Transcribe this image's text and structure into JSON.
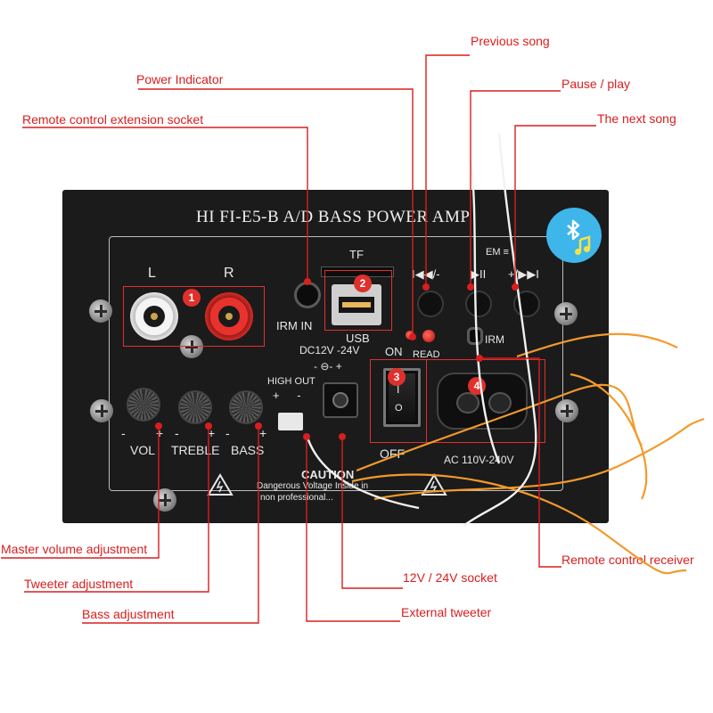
{
  "callouts": {
    "previous_song": "Previous song",
    "power_indicator": "Power Indicator",
    "pause_play": "Pause / play",
    "remote_ext_socket": "Remote control extension socket",
    "next_song": "The next song",
    "master_volume": "Master volume adjustment",
    "remote_receiver": "Remote control receiver",
    "dc_socket": "12V / 24V socket",
    "tweeter_adjust": "Tweeter adjustment",
    "bass_adjust": "Bass adjustment",
    "external_tweeter": "External tweeter"
  },
  "panel": {
    "title": "HI FI-E5-B A/D BASS POWER AMP",
    "left_channel": "L",
    "right_channel": "R",
    "tf": "TF",
    "usb": "USB",
    "irm_in": "IRM IN",
    "on": "ON",
    "read": "READ",
    "irm": "IRM",
    "dc_label": "DC12V -24V",
    "dc_polarity": "- ⊖- +",
    "high_out": "HIGH OUT",
    "high_out_polarity": "+ -",
    "vol": "VOL",
    "treble": "TREBLE",
    "bass": "BASS",
    "off": "OFF",
    "switch_i": "I",
    "switch_o": "O",
    "ac_label": "AC 110V-240V",
    "caution": "CAUTION",
    "caution_line1": "Dangerous Voltage Inside in",
    "caution_line2": "non professional...",
    "prev_btn": "I◀◀/-",
    "play_btn": "▶II",
    "next_btn": "+/▶▶I",
    "em_label": "EM ≡",
    "minus": "-",
    "plus": "+",
    "badges": [
      "1",
      "2",
      "3",
      "4"
    ]
  },
  "colors": {
    "callout_text": "#d81e1e",
    "leader_line": "#d81e1e",
    "panel": "#1b1b1c",
    "highlight_box": "#e0302c",
    "bluetooth": "#3fb6ea",
    "orange_wire": "#f39a2b"
  },
  "icons": [
    "bluetooth-icon",
    "music-note-icon",
    "warning-triangle-icon"
  ]
}
